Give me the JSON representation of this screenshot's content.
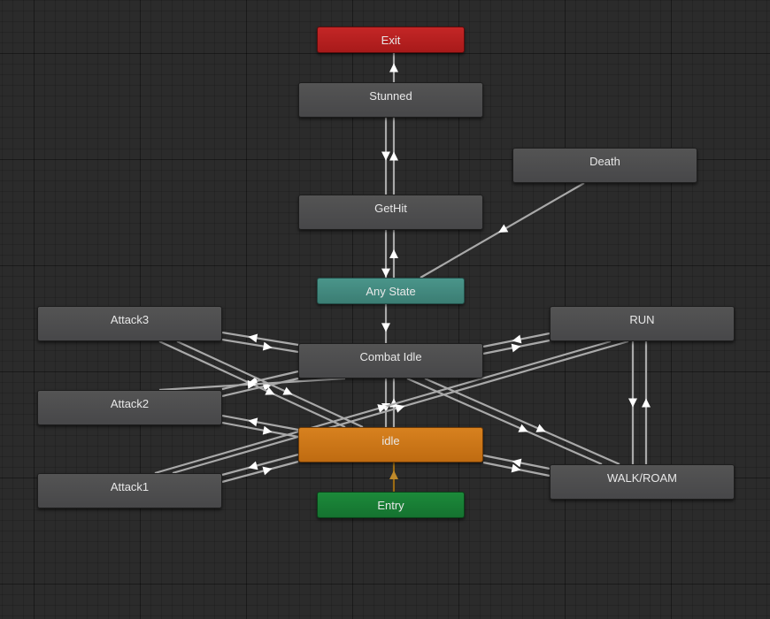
{
  "graph": {
    "states": {
      "exit": "Exit",
      "stunned": "Stunned",
      "death": "Death",
      "gethit": "GetHit",
      "any_state": "Any State",
      "attack3": "Attack3",
      "attack2": "Attack2",
      "attack1": "Attack1",
      "combat_idle": "Combat Idle",
      "run": "RUN",
      "idle": "idle",
      "walk_roam": "WALK/ROAM",
      "entry": "Entry"
    },
    "colors": {
      "background": "#2b2b2b",
      "state": "#4e4e50",
      "exit": "#b81f1f",
      "any_state": "#3f877c",
      "default_state": "#cf7719",
      "entry": "#177a34",
      "transition": "#a9a9a9",
      "default_transition": "#9a6a14"
    }
  }
}
